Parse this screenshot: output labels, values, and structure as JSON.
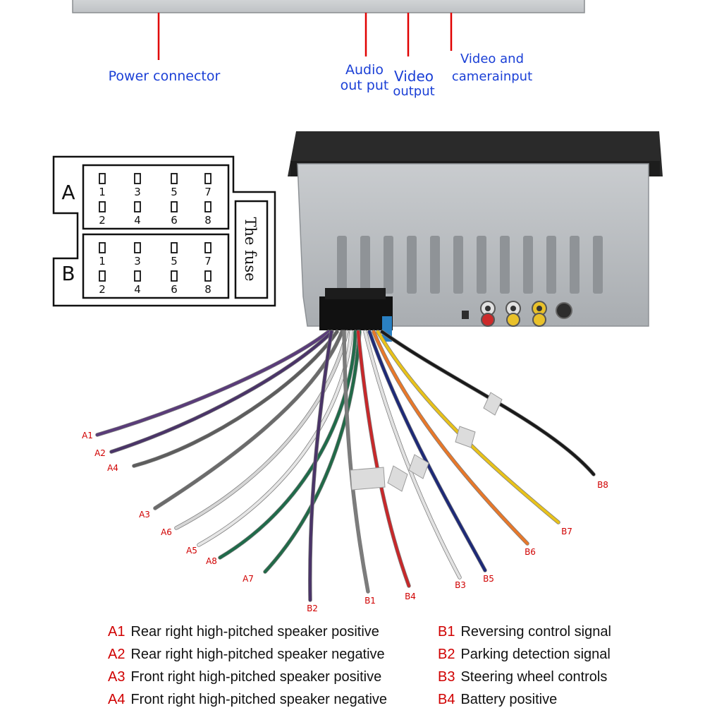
{
  "colors": {
    "callout_text": "#1a3fd6",
    "pointer_line": "#e00000",
    "wire_label": "#d00000",
    "legend_code": "#d00000"
  },
  "top_labels": {
    "power": "Power connector",
    "audio_1": "Audio",
    "audio_2": "out put",
    "video_out_1": "Video",
    "video_out_2": "output",
    "video_cam_1": "Video and",
    "video_cam_2": "camerainput"
  },
  "connector_map": {
    "group_a_label": "A",
    "group_b_label": "B",
    "fuse_label": "The fuse",
    "pins_top": [
      "1",
      "3",
      "5",
      "7"
    ],
    "pins_bottom": [
      "2",
      "4",
      "6",
      "8"
    ]
  },
  "wires": [
    {
      "id": "A1",
      "color": "#5a3c7a"
    },
    {
      "id": "A2",
      "color": "#4a3468"
    },
    {
      "id": "A4",
      "color": "#5d5d5d"
    },
    {
      "id": "A3",
      "color": "#6b6b6b"
    },
    {
      "id": "A6",
      "color": "#d6d6d6"
    },
    {
      "id": "A5",
      "color": "#e6e6e6"
    },
    {
      "id": "A8",
      "color": "#1f6b4a"
    },
    {
      "id": "A7",
      "color": "#216a48"
    },
    {
      "id": "B2",
      "color": "#4a3468"
    },
    {
      "id": "B1",
      "color": "#7c7c7c"
    },
    {
      "id": "B4",
      "color": "#c8282a"
    },
    {
      "id": "B3",
      "color": "#e2e2e2"
    },
    {
      "id": "B5",
      "color": "#1e2a78"
    },
    {
      "id": "B6",
      "color": "#e8782a"
    },
    {
      "id": "B7",
      "color": "#e8c21a"
    },
    {
      "id": "B8",
      "color": "#1a1a1a"
    }
  ],
  "legend": {
    "left": [
      {
        "code": "A1",
        "text": "Rear right high-pitched speaker positive"
      },
      {
        "code": "A2",
        "text": "Rear right high-pitched speaker negative"
      },
      {
        "code": "A3",
        "text": "Front right high-pitched speaker positive"
      },
      {
        "code": "A4",
        "text": "Front right high-pitched speaker negative"
      }
    ],
    "right": [
      {
        "code": "B1",
        "text": "Reversing control signal"
      },
      {
        "code": "B2",
        "text": "Parking detection signal"
      },
      {
        "code": "B3",
        "text": "Steering wheel controls"
      },
      {
        "code": "B4",
        "text": "Battery positive"
      }
    ]
  }
}
